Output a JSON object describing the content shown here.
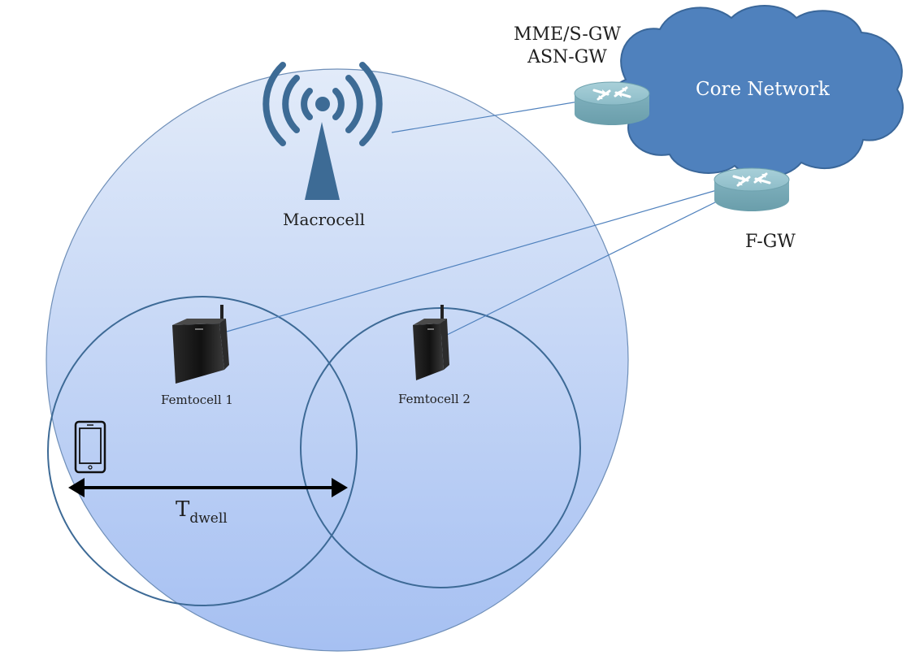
{
  "diagram": {
    "macrocell": {
      "label": "Macrocell",
      "icon": "antenna-tower-icon"
    },
    "femtocells": [
      {
        "label": "Femtocell 1",
        "icon": "femtocell-router-icon"
      },
      {
        "label": "Femtocell 2",
        "icon": "femtocell-router-icon"
      }
    ],
    "gateways": {
      "mme": {
        "line1": "MME/S-GW",
        "line2": "ASN-GW",
        "icon": "router-icon"
      },
      "fgw": {
        "label": "F-GW",
        "icon": "router-icon"
      }
    },
    "core_network": {
      "label": "Core Network",
      "icon": "cloud-icon"
    },
    "dwell": {
      "base": "T",
      "subscript": "dwell"
    },
    "device": {
      "icon": "smartphone-icon"
    },
    "colors": {
      "cell_edge": "#3d6a96",
      "macro_fill_top": "#dfe9f8",
      "macro_fill_bottom": "#a7c1f3",
      "cloud_fill": "#4f81bd",
      "cloud_edge": "#3a679a",
      "router": "#86b6c2",
      "link": "#4f81bd"
    }
  }
}
